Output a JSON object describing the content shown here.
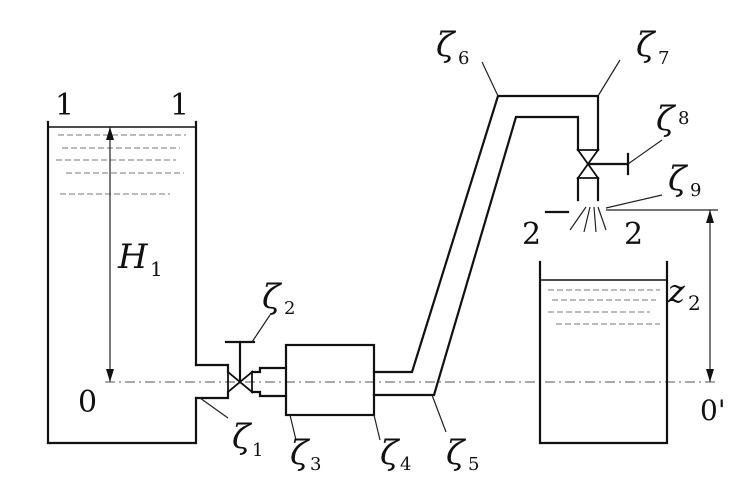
{
  "section_labels": {
    "s1_left": "1",
    "s1_right": "1",
    "s2_left": "2",
    "s2_right": "2",
    "datum_left": "0",
    "datum_right": "0'"
  },
  "heights": {
    "h1_symbol": "H",
    "h1_sub": "1",
    "z2_symbol": "z",
    "z2_sub": "2"
  },
  "loss_coefficients": [
    {
      "symbol": "ζ",
      "sub": "1"
    },
    {
      "symbol": "ζ",
      "sub": "2"
    },
    {
      "symbol": "ζ",
      "sub": "3"
    },
    {
      "symbol": "ζ",
      "sub": "4"
    },
    {
      "symbol": "ζ",
      "sub": "5"
    },
    {
      "symbol": "ζ",
      "sub": "6"
    },
    {
      "symbol": "ζ",
      "sub": "7"
    },
    {
      "symbol": "ζ",
      "sub": "8"
    },
    {
      "symbol": "ζ",
      "sub": "9"
    }
  ]
}
